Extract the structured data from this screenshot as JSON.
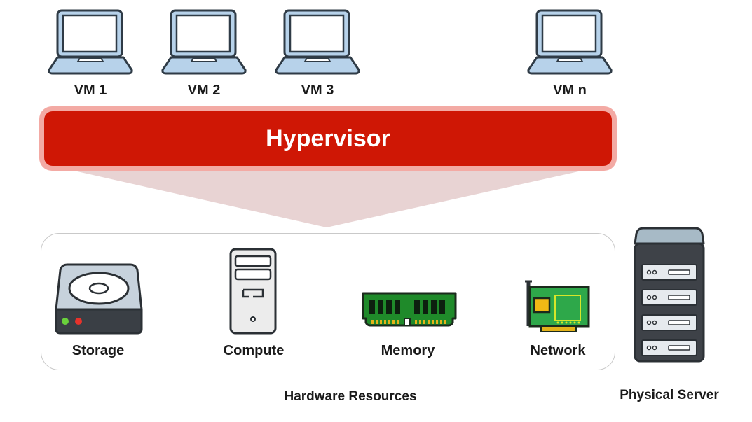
{
  "vms": [
    {
      "label": "VM 1"
    },
    {
      "label": "VM 2"
    },
    {
      "label": "VM 3"
    },
    {
      "label": "VM n"
    }
  ],
  "hypervisor": {
    "label": "Hypervisor",
    "color": "#cf1705",
    "glow_color": "#f3aaa4"
  },
  "hardware": {
    "items": [
      {
        "label": "Storage",
        "icon": "hard-drive-icon"
      },
      {
        "label": "Compute",
        "icon": "desktop-tower-icon"
      },
      {
        "label": "Memory",
        "icon": "memory-module-icon"
      },
      {
        "label": "Network",
        "icon": "network-card-icon"
      }
    ],
    "caption": "Hardware Resources"
  },
  "physical_server": {
    "label": "Physical Server",
    "icon": "server-rack-icon"
  },
  "colors": {
    "laptop_fill": "#b7d2ea",
    "laptop_stroke": "#2f3b46",
    "funnel": "#e8d3d3",
    "memory_green": "#1f8a2a",
    "server_dark": "#3e4248"
  }
}
